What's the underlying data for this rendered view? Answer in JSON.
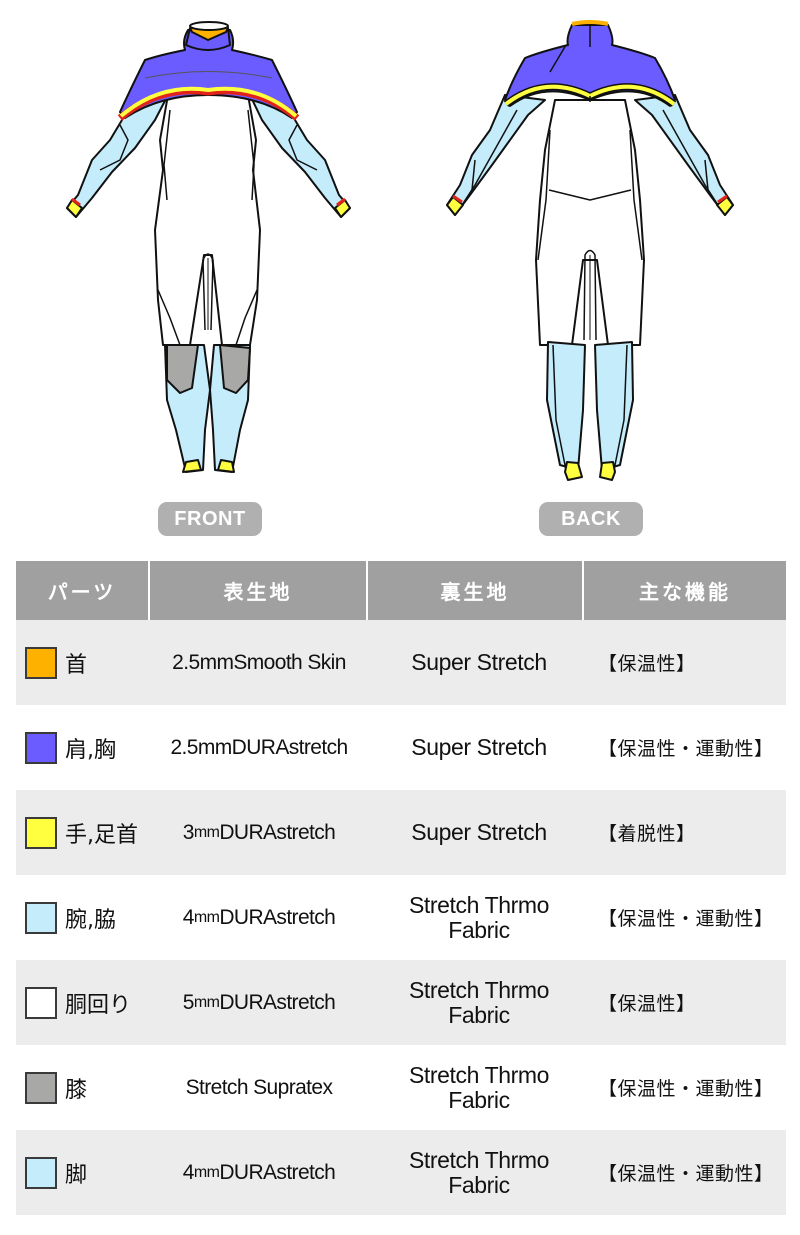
{
  "views": {
    "front_label": "FRONT",
    "back_label": "BACK"
  },
  "colors": {
    "neck": "#ffb100",
    "shoulder_chest": "#6b5cff",
    "wrist_ankle": "#ffff40",
    "arm_side": "#c4ecfb",
    "torso": "#ffffff",
    "knee": "#a8a8a6",
    "leg": "#c4ecfb",
    "accent_red": "#e2231a",
    "header_bg": "#a0a0a0",
    "row_shade": "#ececec",
    "badge_bg": "#b0b0b0"
  },
  "table": {
    "headers": [
      "パーツ",
      "表生地",
      "裏生地",
      "主な機能"
    ],
    "rows": [
      {
        "swatch": "#ffb100",
        "part": "首",
        "outer_prefix": "2.5mm",
        "outer_name": "Smooth Skin",
        "outer_mm_small": false,
        "inner_line1": "Super Stretch",
        "inner_line2": "",
        "function": "【保温性】"
      },
      {
        "swatch": "#6b5cff",
        "part": "肩,胸",
        "outer_prefix": "2.5mm",
        "outer_name": "DURAstretch",
        "outer_mm_small": false,
        "inner_line1": "Super Stretch",
        "inner_line2": "",
        "function": "【保温性・運動性】"
      },
      {
        "swatch": "#ffff40",
        "part": "手,足首",
        "outer_prefix": "3",
        "outer_unit": "mm",
        "outer_name": "DURAstretch",
        "outer_mm_small": true,
        "inner_line1": "Super Stretch",
        "inner_line2": "",
        "function": "【着脱性】"
      },
      {
        "swatch": "#c4ecfb",
        "part": "腕,脇",
        "outer_prefix": "4",
        "outer_unit": "mm",
        "outer_name": "DURAstretch",
        "outer_mm_small": true,
        "inner_line1": "Stretch Thrmo",
        "inner_line2": "Fabric",
        "function": "【保温性・運動性】"
      },
      {
        "swatch": "#ffffff",
        "part": "胴回り",
        "outer_prefix": "5",
        "outer_unit": "mm",
        "outer_name": "DURAstretch",
        "outer_mm_small": true,
        "inner_line1": "Stretch Thrmo",
        "inner_line2": "Fabric",
        "function": "【保温性】"
      },
      {
        "swatch": "#a8a8a6",
        "part": "膝",
        "outer_prefix": "",
        "outer_name": "Stretch Supratex",
        "outer_mm_small": false,
        "inner_line1": "Stretch Thrmo",
        "inner_line2": "Fabric",
        "function": "【保温性・運動性】"
      },
      {
        "swatch": "#c4ecfb",
        "part": "脚",
        "outer_prefix": "4",
        "outer_unit": "mm",
        "outer_name": "DURAstretch",
        "outer_mm_small": true,
        "inner_line1": "Stretch Thrmo",
        "inner_line2": "Fabric",
        "function": "【保温性・運動性】"
      }
    ]
  }
}
